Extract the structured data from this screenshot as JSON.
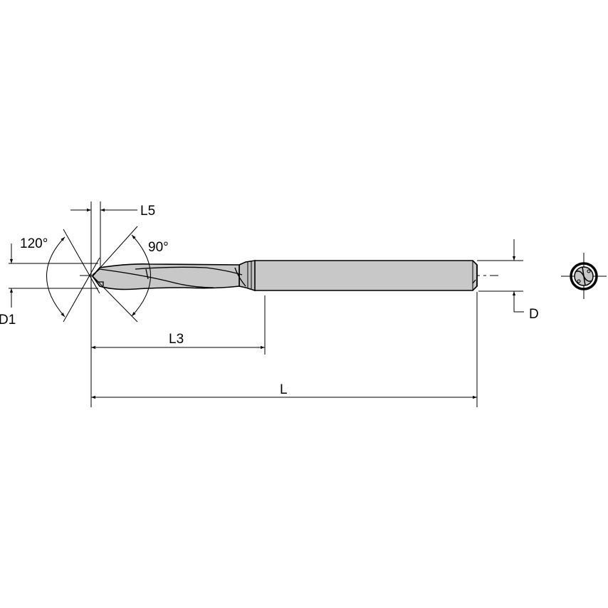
{
  "diagram": {
    "subject": "drill",
    "colors": {
      "line": "#000000",
      "body_fill": "#c8c8c8",
      "background": "#ffffff"
    },
    "labels": {
      "l5": "L5",
      "angle_120": "120°",
      "angle_90": "90°",
      "d1": "D1",
      "l3": "L3",
      "l": "L",
      "d": "D"
    }
  }
}
